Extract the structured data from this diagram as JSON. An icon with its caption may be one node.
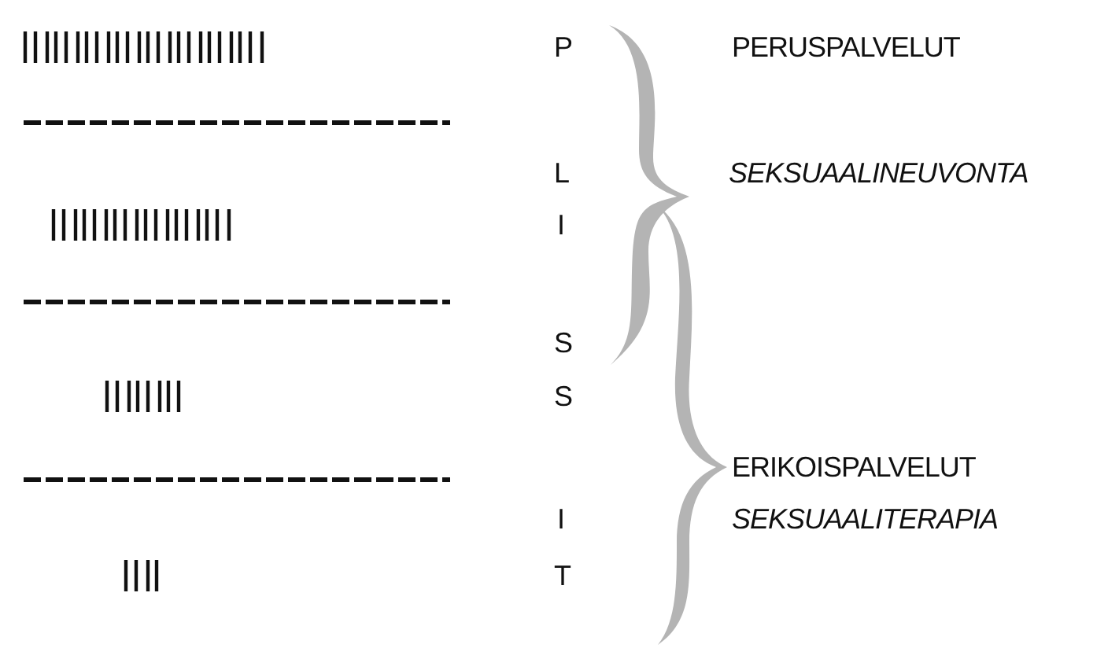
{
  "diagram": {
    "labels": [
      "P",
      "PERUSPALVELUT",
      "L",
      "SEKSUAALINEUVONTA",
      "I",
      "S",
      "S",
      "ERIKOISPALVELUT",
      "I",
      "SEKSUAALITERAPIA",
      "T"
    ]
  }
}
